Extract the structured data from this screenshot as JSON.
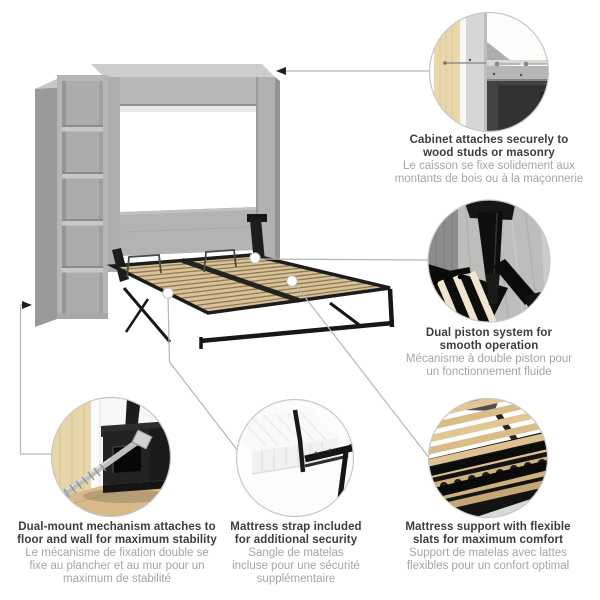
{
  "callouts": [
    {
      "id": "cabinet-attachment",
      "image": "cabinet-wall-mount-detail",
      "en_lines": [
        "Cabinet attaches securely to",
        "wood studs or masonry"
      ],
      "fr_lines": [
        "Le caisson se fixe solidement aux",
        "montants de bois ou à la maçonnerie"
      ]
    },
    {
      "id": "dual-piston",
      "image": "piston-mechanism-detail",
      "en_lines": [
        "Dual piston system for",
        "smooth operation"
      ],
      "fr_lines": [
        "Mécanisme à double piston pour",
        "un fonctionnement fluide"
      ]
    },
    {
      "id": "dual-mount",
      "image": "floor-wall-anchor-detail",
      "en_lines": [
        "Dual-mount mechanism attaches to",
        "floor and wall for maximum stability"
      ],
      "fr_lines": [
        "Le mécanisme de fixation double se",
        "fixe au plancher et au mur pour un",
        "maximum de stabilité"
      ]
    },
    {
      "id": "mattress-strap",
      "image": "mattress-strap-detail",
      "en_lines": [
        "Mattress strap included",
        "for additional security"
      ],
      "fr_lines": [
        "Sangle de matelas",
        "incluse pour une sécurité",
        "supplémentaire"
      ]
    },
    {
      "id": "flexible-slats",
      "image": "slat-support-detail",
      "en_lines": [
        "Mattress support with flexible",
        "slats for maximum comfort"
      ],
      "fr_lines": [
        "Support de matelas avec lattes",
        "flexibles pour un confort optimal"
      ]
    }
  ],
  "colors": {
    "caption_en": "#3d3d3d",
    "caption_fr": "#a5a5a5",
    "connector_line": "#b6b6b4",
    "circle_border": "#c7c7c5",
    "cabinet_gray": "#b7b7b5",
    "slat_tan": "#d9c298",
    "frame_black": "#1c1c1c",
    "stud_beige": "#e9d8ae",
    "floor_tan": "#d8b98a",
    "mattress_white": "#f9f9f8"
  }
}
